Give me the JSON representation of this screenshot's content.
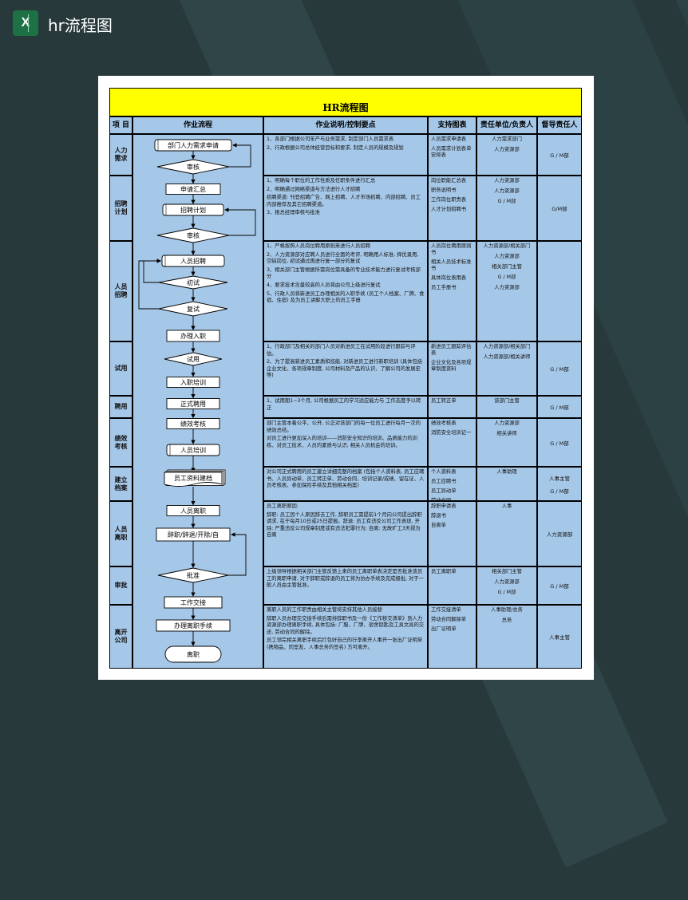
{
  "app": {
    "title": "hr流程图",
    "icon": "excel-icon",
    "icon_letter": "X"
  },
  "sheet": {
    "title": "HR流程图",
    "headers": [
      "项 目",
      "作业流程",
      "作业说明/控制要点",
      "支持图表",
      "责任单位/负责人",
      "督导责任人"
    ],
    "stages": [
      "人力需求",
      "招聘计划",
      "人员招聘",
      "试用",
      "聘用",
      "绩效考核",
      "建立档案",
      "人员离职",
      "审批",
      "离开公司"
    ],
    "flow": [
      "部门人力需求申请",
      "审核",
      "申请汇总",
      "招聘计划",
      "审核",
      "人员招聘",
      "初试",
      "复试",
      "办理入职",
      "试用",
      "入职培训",
      "正式聘用",
      "绩效考核",
      "人员培训",
      "员工资料建档",
      "人员离职",
      "辞职/辞退/开除/自",
      "批准",
      "工作交接",
      "办理离职手续",
      "离职"
    ],
    "rows": [
      {
        "desc": [
          "1、各部门根据公司年产与业务需求, 制定部门人员需求表",
          "2、行政根据公司总体经营目标和要求, 制定人员的规模及规划"
        ],
        "docs": [
          "人员需求申请表",
          "人员需求计划表单安排表"
        ],
        "resp": [
          "人力需求部门",
          "人力资源部"
        ],
        "sup": [
          "G / M部"
        ]
      },
      {
        "desc": [
          "1、明确每个职位的工作性质及任职条件进行汇总",
          "2、明确通过网络渠道与方法进行人才招聘",
          "招聘渠道: 刊登招聘广告、网上招聘、人才市场招聘、内部招聘、员工内部推荐及其它招聘渠道。",
          "3、报总经理审核与批准"
        ],
        "docs": [
          "岗位职能汇总表",
          "职务说明书",
          "工作岗位职责表",
          "人才计划招聘书"
        ],
        "resp": [
          "人力资源部",
          "人力资源部",
          "G / M部"
        ],
        "sup": [
          "G/M部"
        ]
      },
      {
        "desc": [
          "1、严格按照人员岗位聘用原则来进行人员招聘",
          "2、人力资源部对应聘人员进行全面的考评, 明确用人标准, 择优录用, 空缺岗位, 初试通过再进行复一部分的复试",
          "3、相关部门主管根据所需岗位需具备的专业技术能力进行复试考核部分",
          "4、要求技术含量较高的人员将由公司上级进行复试",
          "5、行政人员将新进员工办理相关的入职手续 (员工个人档案、厂牌、食宿、住宿) 及为员工讲解大职上的员工手册"
        ],
        "docs": [
          "人员岗位聘用原则书",
          "相关人员技术标准书",
          "具体岗位表用表",
          "员工手册书"
        ],
        "resp": [
          "人力资源部/相关部门",
          "人力资源部",
          "相关部门主管",
          "G / M部",
          "人力资源部"
        ],
        "sup": []
      },
      {
        "desc": [
          "1、行政部门及相关的部门人员对新进员工在试用阶段进行跟踪与评估。",
          "2、为了提高新进员工素质和技能, 对新进员工进行新职培训 (具体包括企业文化、各项规章制度, 公司材料及产品的认识、了解公司的发展史等)"
        ],
        "docs": [
          "新进员工跟踪评估表",
          "企业文化及各项规章制度资料"
        ],
        "resp": [
          "人力资源部/相关部门",
          "人力资源部/相关讲师"
        ],
        "sup": [
          "G / M部"
        ]
      },
      {
        "desc": [
          "1、试用期1~3个月, 公司根据员工的学习适应能力与 工作态度予以转正"
        ],
        "docs": [
          "员工转正单"
        ],
        "resp": [
          "该部门主管"
        ],
        "sup": [
          "G / M部"
        ]
      },
      {
        "desc": [
          "部门主管本着公平、公开, 公正对该部门的每一位员工进行每月一次的绩效总结。",
          "对员工进行更加深入的培训——消防安全知识的培训、品质能力的训练、对员工技术、人员的素质与认识, 相关人员机会的培训。"
        ],
        "docs": [
          "绩效考核表",
          "消防安全培训记一"
        ],
        "resp": [
          "人力资源部",
          "相关讲师"
        ],
        "sup": [
          "G / M部"
        ]
      },
      {
        "desc": [
          "对公司正式聘用的员工建立详细完整的档案 (包括个人资料表, 员工应聘书、人员异动单、员工转正单、劳动合同、培训记录/成绩、留在证、人员考核表、参加保险手续及其他相关档案)"
        ],
        "docs": [
          "个人资料表",
          "员工应聘书",
          "员工异动单",
          "劳动合同"
        ],
        "resp": [
          "人事助理"
        ],
        "sup": [
          "人事主管",
          "G / M部"
        ]
      },
      {
        "desc": [
          "员工离职原因:",
          "辞职: 员工因个人原因辞去工作, 辞职员工需提前1个月向公司提出辞职请求, 在于每月10日或25日提报。辞退: 员工有违反公司工作表现, 开除: 严重违反公司规章制度或有违法犯罪行为; 自离: 无故旷工3天视为自离"
        ],
        "docs": [
          "辞职申请表",
          "辞退书",
          "自离单"
        ],
        "resp": [
          "人事"
        ],
        "sup": [
          "人力资源部"
        ]
      },
      {
        "desc": [
          "上级领导根据相关部门主管反馈上来的员工离职单表决定是否批准该员工的离职申请, 对于辞职或辞退的员工将为协办手续及完成报批, 对于一般人员由主管批准。"
        ],
        "docs": [
          "员工离职单"
        ],
        "resp": [
          "相关部门主管",
          "人力资源部",
          "G / M部"
        ],
        "sup": [
          "G / M部"
        ]
      },
      {
        "desc": [
          "离职人员的工作职责由相关主管将安排其他人员接替",
          "辞职人员办理完交接手续后需持辞职书及一份《工作移交清单》到人力资源部办理离职手续, 具体包括: 厂服、厂牌、宿舍钥匙及工具文具的交还, 劳动合同的解除。",
          "员工领完相关离职手续后打包好自己的行李离开人事开一张出厂证明单 (携物品、同室友、人事总务的签名) 方可离开。"
        ],
        "docs": [
          "工作交接清单",
          "劳动合同解除单",
          "出厂证明单"
        ],
        "resp": [
          "人事助理/总务",
          "总务"
        ],
        "sup": [
          "人事主管"
        ]
      }
    ]
  }
}
